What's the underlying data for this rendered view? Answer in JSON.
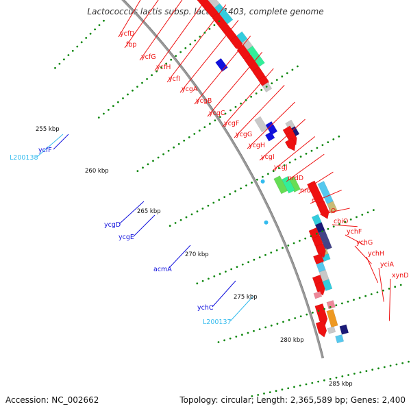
{
  "title": "Lactococcus lactis subsp. lactis Il1403, complete genome",
  "footer": {
    "accession": "Accession: NC_002662",
    "topology": "Topology: circular; Length: 2,365,589 bp; Genes: 2,400"
  },
  "colors": {
    "forward_gene": "#ee1111",
    "reverse_gene": "#1111dd",
    "teal": "#33ccdd",
    "light_blue": "#55c8ee",
    "green": "#33ee99",
    "grey": "#c8c8c8",
    "navy": "#1a1a77",
    "slate": "#444488",
    "orange": "#ee9922",
    "olive": "#c8bb77",
    "pink": "#ee8899",
    "lime": "#66dd55",
    "backbone": "#999999",
    "tick_dot": "#118811",
    "rna_label": "#33bbee"
  },
  "ticks": [
    "255 kbp",
    "260 kbp",
    "265 kbp",
    "270 kbp",
    "275 kbp",
    "280 kbp",
    "285 kbp"
  ],
  "labels_forward": [
    "ycfD",
    "fbp",
    "ycfG",
    "ycfH",
    "ycfI",
    "ycgA",
    "ycgB",
    "ycgC",
    "ycgF",
    "ycgG",
    "ycgH",
    "ycgI",
    "ycgJ",
    "nrdD",
    "nrdG",
    "eno",
    "cbiO",
    "cbiO",
    "ychF",
    "ychG",
    "ychH",
    "yciA",
    "xynD"
  ],
  "labels_reverse": [
    "ycfF",
    "ycgD",
    "ycgE",
    "acmA",
    "ychC"
  ],
  "labels_rna": [
    "L200138",
    "L200137"
  ]
}
